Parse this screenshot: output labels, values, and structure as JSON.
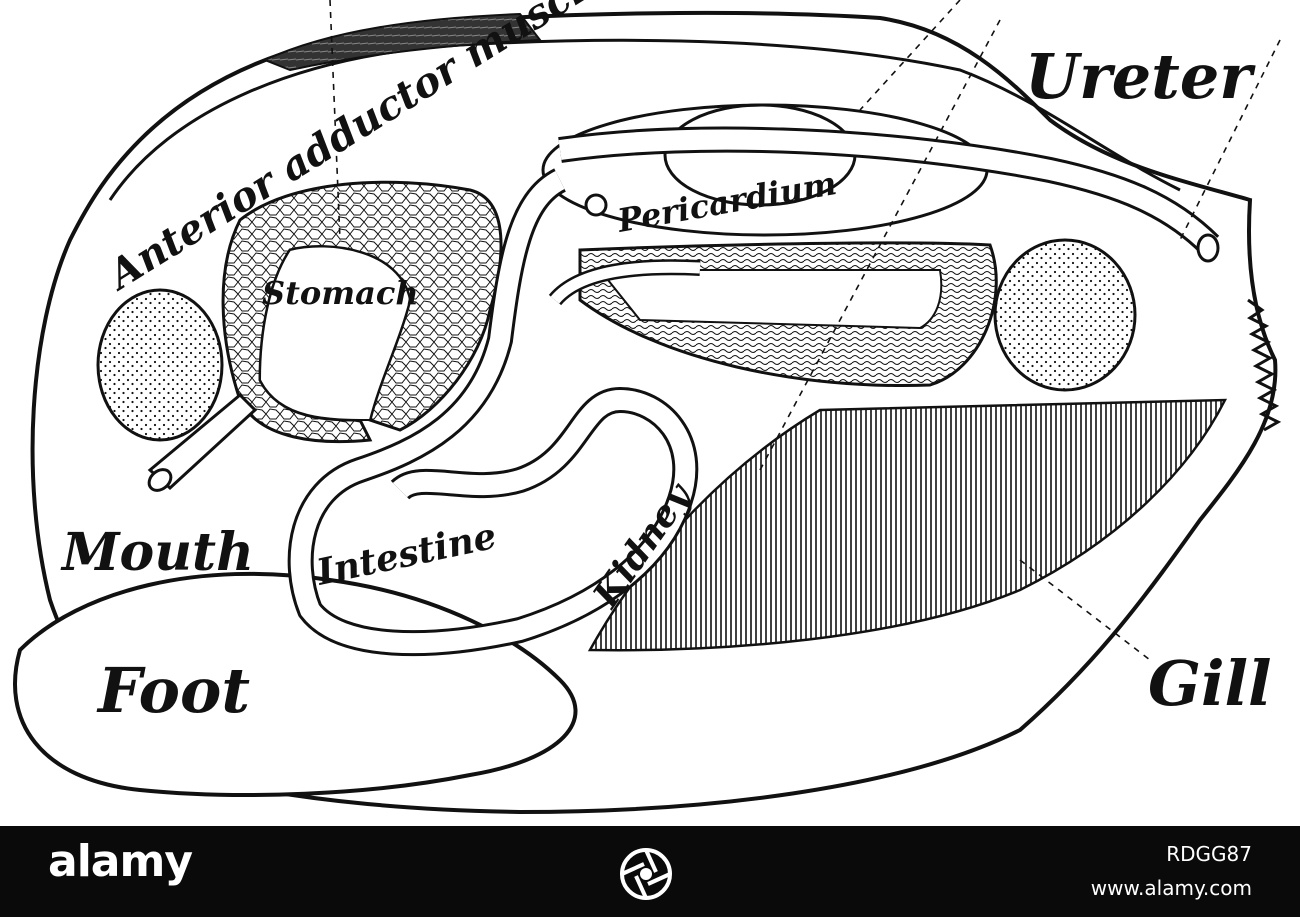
{
  "diagram": {
    "labels": {
      "anterior_adductor_muscle": "Anterior adductor muscle.",
      "ureter": "Ureter",
      "pericardium": "Pericardium",
      "stomach": "Stomach",
      "mouth": "Mouth",
      "intestine": "Intestine",
      "kidney": "Kidney",
      "foot": "Foot",
      "gill": "Gill"
    }
  },
  "footer": {
    "brand": "alamy",
    "brand_icon": "camera-aperture-icon",
    "image_id": "RDGG87",
    "url": "www.alamy.com"
  }
}
